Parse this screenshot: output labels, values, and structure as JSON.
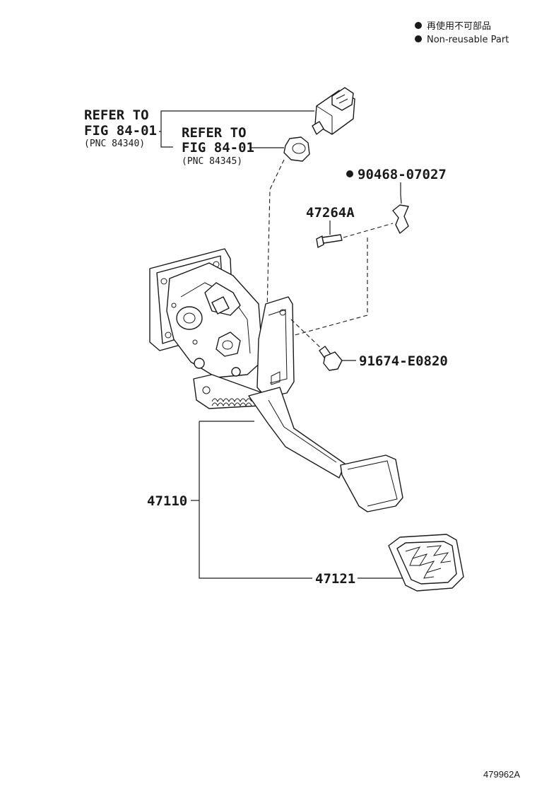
{
  "legend": {
    "jp": "再使用不可部品",
    "en": "Non-reusable Part"
  },
  "refs": [
    {
      "line1": "REFER TO",
      "line2": "FIG 84-01",
      "pnc": "(PNC 84340)"
    },
    {
      "line1": "REFER TO",
      "line2": "FIG 84-01",
      "pnc": "(PNC 84345)"
    }
  ],
  "parts": {
    "clip": "90468-07027",
    "pin": "47264A",
    "bolt": "91674-E0820",
    "pedal_assy": "47110",
    "pedal_pad": "47121"
  },
  "illustration_id": "479962A",
  "icons": {
    "non_reusable": "filled-circle-icon"
  },
  "colors": {
    "ink": "#1a1a1a",
    "paper": "#ffffff"
  }
}
